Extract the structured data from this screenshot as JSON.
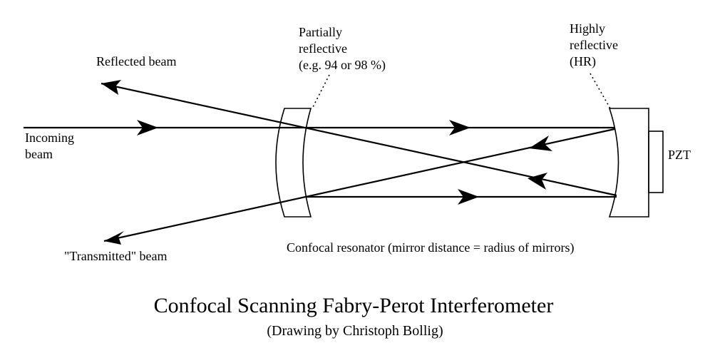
{
  "labels": {
    "partially_line1": "Partially",
    "partially_line2": "reflective",
    "partially_line3": "(e.g. 94 or 98 %)",
    "highly_line1": "Highly",
    "highly_line2": "reflective",
    "highly_line3": "(HR)",
    "reflected_beam": "Reflected beam",
    "incoming_line1": "Incoming",
    "incoming_line2": "beam",
    "transmitted_beam": "\"Transmitted\" beam",
    "pzt": "PZT",
    "resonator": "Confocal resonator (mirror distance = radius of mirrors)"
  },
  "title": "Confocal Scanning Fabry-Perot Interferometer",
  "subtitle": "(Drawing by Christoph Bollig)"
}
